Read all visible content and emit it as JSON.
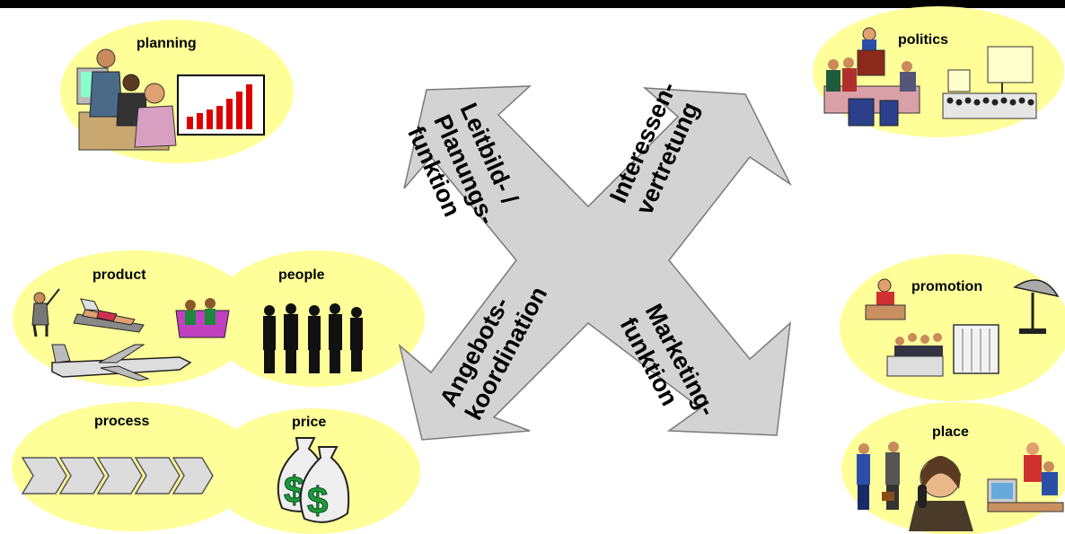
{
  "colors": {
    "top_bar": "#000000",
    "ellipse_fill": "#ffff99",
    "arrow_fill": "#d3d3d3",
    "arrow_stroke": "#7a7a7a"
  },
  "ellipses": {
    "planning": "planning",
    "politics": "politics",
    "product": "product",
    "people": "people",
    "process": "process",
    "price": "price",
    "promotion": "promotion",
    "place": "place"
  },
  "cross": {
    "top_left": [
      "Leitbild- /",
      "Planungs-",
      "funktion"
    ],
    "top_right": [
      "Interessen-",
      "vertretung"
    ],
    "bottom_left": [
      "Angebots-",
      "koordination"
    ],
    "bottom_right": [
      "Marketing-",
      "funktion"
    ]
  },
  "icons": {
    "planning": "business-meeting-bar-chart-icon",
    "politics": "podium-conference-audience-icon",
    "product": "golf-sunbathing-airplane-icon",
    "people": "business-people-silhouettes-icon",
    "process": "process-chevrons-icon",
    "price": "money-bags-dollar-icon",
    "promotion": "presenter-satellite-dish-icon",
    "place": "handshake-telephone-office-icon"
  }
}
